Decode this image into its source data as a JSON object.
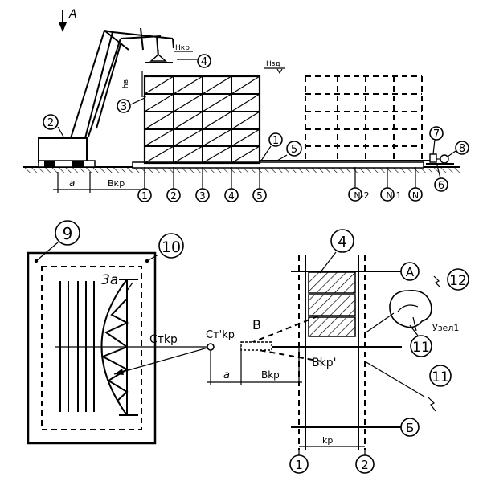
{
  "top_view": {
    "view_arrow_label": "A",
    "crane_heights": {
      "hook": "Hкр",
      "building": "Hзд",
      "side": "hв"
    },
    "dims": {
      "a": "a",
      "b": "Bкр"
    },
    "callouts": [
      "2",
      "4",
      "3",
      "1",
      "5",
      "7",
      "8",
      "6"
    ],
    "axes": [
      "1",
      "2",
      "3",
      "4",
      "5",
      "N-2",
      "N-1",
      "N"
    ]
  },
  "bottom_view": {
    "callouts": {
      "c9": "9",
      "c10": "10",
      "c4": "4",
      "c11a": "11",
      "c11b": "11",
      "c12": "12"
    },
    "zone_label": "3a",
    "st_kp": "Cтkp",
    "st_kp2": "Cт'kp",
    "b_label": "B",
    "b_label2": "Bkp'",
    "dims": {
      "a": "a",
      "b": "Bkp",
      "l": "lkp"
    },
    "node_label": "Узел1",
    "axis_rows": [
      "A",
      "Б"
    ],
    "axis_cols": [
      "1",
      "2"
    ]
  }
}
